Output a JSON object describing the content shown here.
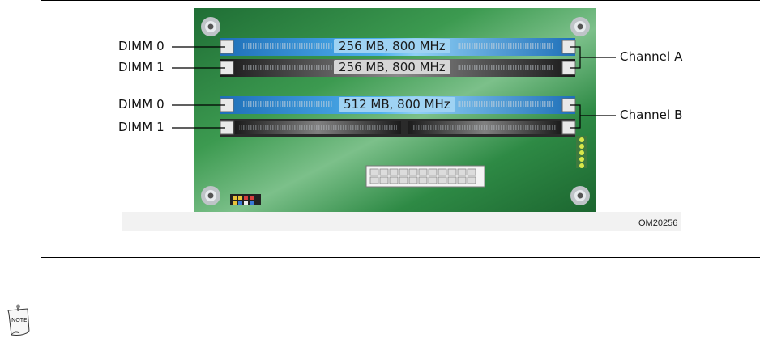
{
  "diagram": {
    "slots": [
      {
        "label": "DIMM 0",
        "channel": "A",
        "module": "256 MB, 800 MHz",
        "color": "blue"
      },
      {
        "label": "DIMM 1",
        "channel": "A",
        "module": "256 MB, 800 MHz",
        "color": "black"
      },
      {
        "label": "DIMM 0",
        "channel": "B",
        "module": "512 MB, 800 MHz",
        "color": "blue"
      },
      {
        "label": "DIMM 1",
        "channel": "B",
        "module": "",
        "color": "black"
      }
    ],
    "channels": [
      "Channel A",
      "Channel B"
    ],
    "figure_id": "OM20256"
  },
  "note_icon": {
    "label": "NOTE"
  },
  "colors": {
    "board_green": "#2f8a46",
    "slot_blue": "#2f8ad6",
    "slot_black": "#2a2a2a",
    "module_blue": "#9ed2f2",
    "module_grey": "#d8d8d8"
  }
}
